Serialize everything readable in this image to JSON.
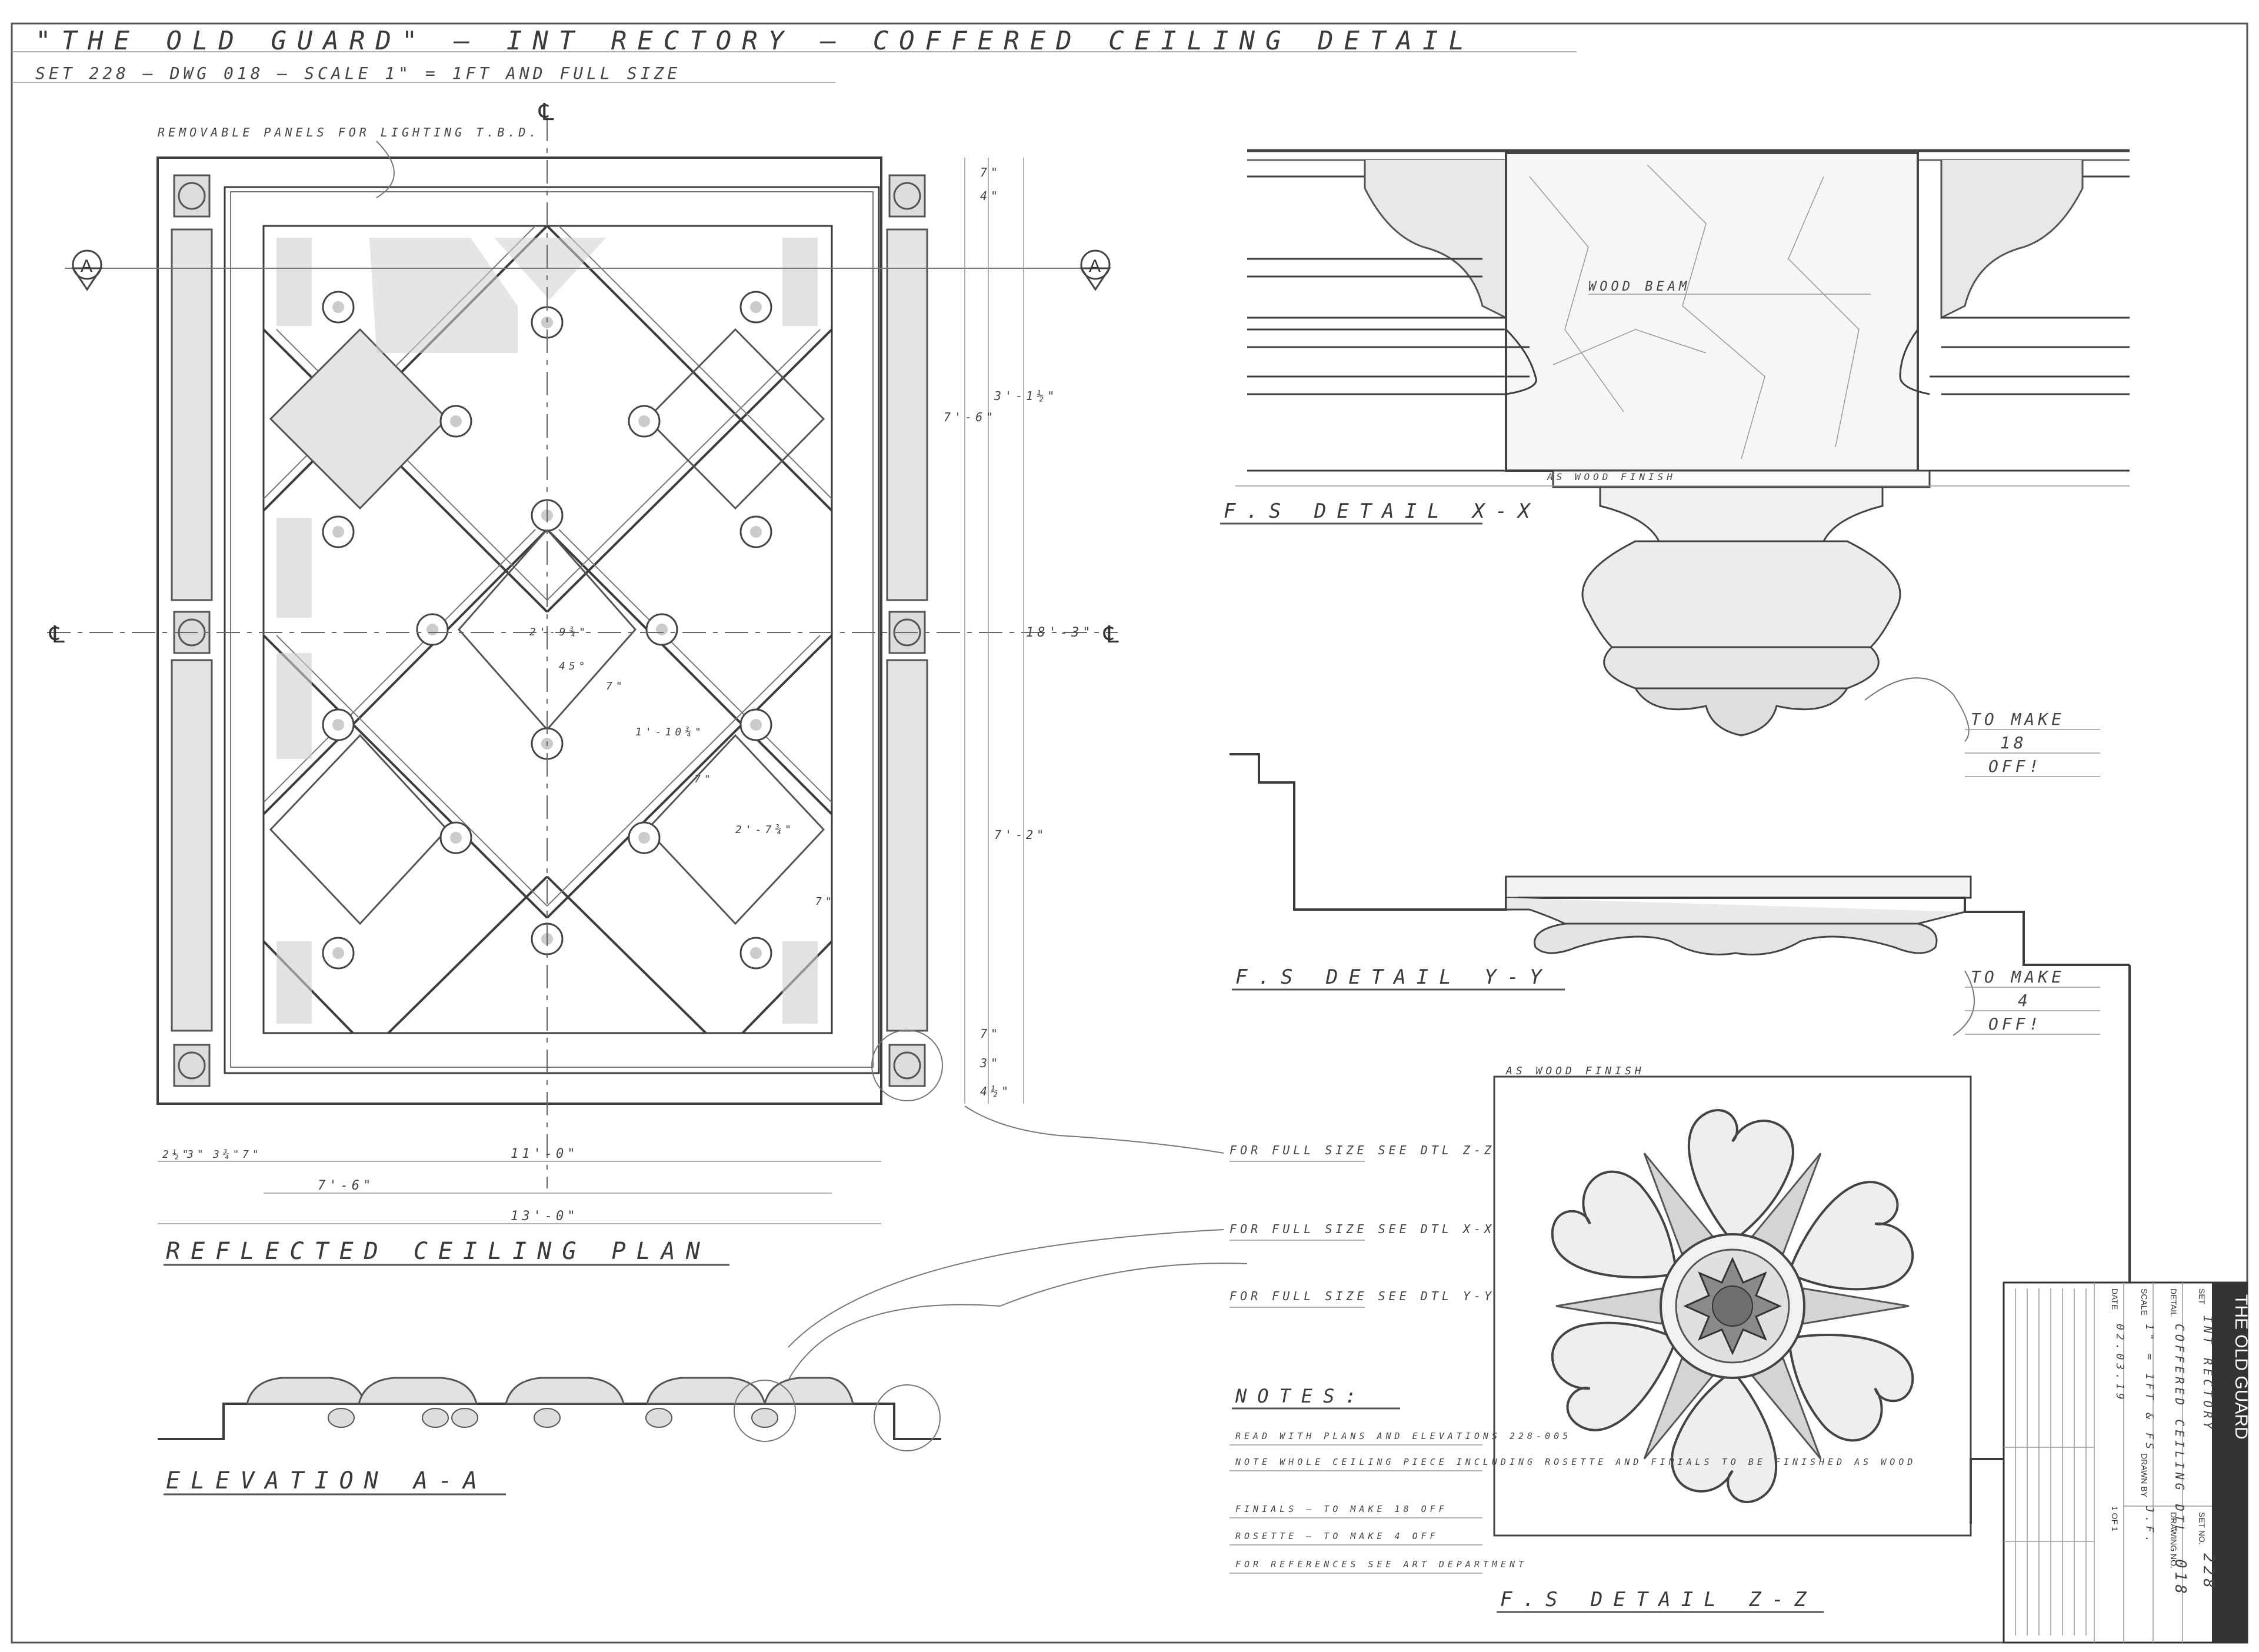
{
  "title": {
    "main": "\"THE OLD GUARD\" — INT RECTORY — COFFERED CEILING DETAIL",
    "sub": "SET 228 — DWG 018 — SCALE 1\" = 1FT AND FULL SIZE"
  },
  "plan": {
    "note_panels": "REMOVABLE PANELS FOR LIGHTING T.B.D.",
    "caption": "REFLECTED CEILING PLAN",
    "section_marker": "A",
    "centerline_mark": "℄",
    "dims_bottom": [
      "2½\"",
      "3\"",
      "3¾\"",
      "7\"",
      "11'-0\"",
      "7'-6\"",
      "13'-0\""
    ],
    "dims_right": [
      "7\"",
      "4\"",
      "3'-1½\"",
      "7'-6\"",
      "18'-3\"",
      "7'-2\"",
      "7\"",
      "3\"",
      "4½\""
    ],
    "dims_interior": [
      "2'-9¾\"",
      "45°",
      "7\"",
      "1'-10¾\"",
      "7\"",
      "2'-7¾\"",
      "7\""
    ]
  },
  "detail_xx": {
    "caption": "F.S DETAIL X-X",
    "beam_label": "WOOD BEAM",
    "finish_label": "AS WOOD FINISH",
    "make": [
      "TO MAKE",
      "18",
      "OFF!"
    ]
  },
  "detail_yy": {
    "caption": "F.S DETAIL Y-Y",
    "make": [
      "TO MAKE",
      "4",
      "OFF!"
    ]
  },
  "detail_zz": {
    "caption": "F.S DETAIL Z-Z",
    "finish_label": "AS WOOD FINISH"
  },
  "callouts": [
    "FOR FULL SIZE SEE DTL Z-Z",
    "FOR FULL SIZE SEE DTL X-X",
    "FOR FULL SIZE SEE DTL Y-Y"
  ],
  "elevation": {
    "caption": "ELEVATION A-A"
  },
  "notes": {
    "heading": "NOTES:",
    "items": [
      "READ WITH PLANS AND ELEVATIONS 228-005",
      "NOTE WHOLE CEILING PIECE INCLUDING ROSETTE AND FINIALS TO BE FINISHED AS WOOD",
      "FINIALS — TO MAKE 18 OFF",
      "ROSETTE — TO MAKE 4 OFF",
      "FOR REFERENCES SEE ART DEPARTMENT"
    ]
  },
  "title_block": {
    "production": "THE OLD GUARD",
    "set_label": "SET",
    "set_value": "INT RECTORY",
    "detail_label": "DETAIL",
    "detail_value": "COFFERED CEILING DTL",
    "set_no_label": "SET NO.",
    "set_no_value": "228",
    "drawing_no_label": "DRAWING NO.",
    "drawing_no_value": "018",
    "scale_label": "SCALE",
    "scale_value": "1\" = 1FT & FS",
    "drawn_by_label": "DRAWN BY",
    "drawn_by_value": "J.F.",
    "date_label": "DATE",
    "date_value": "02.03.19",
    "pages": "1 OF 1"
  }
}
